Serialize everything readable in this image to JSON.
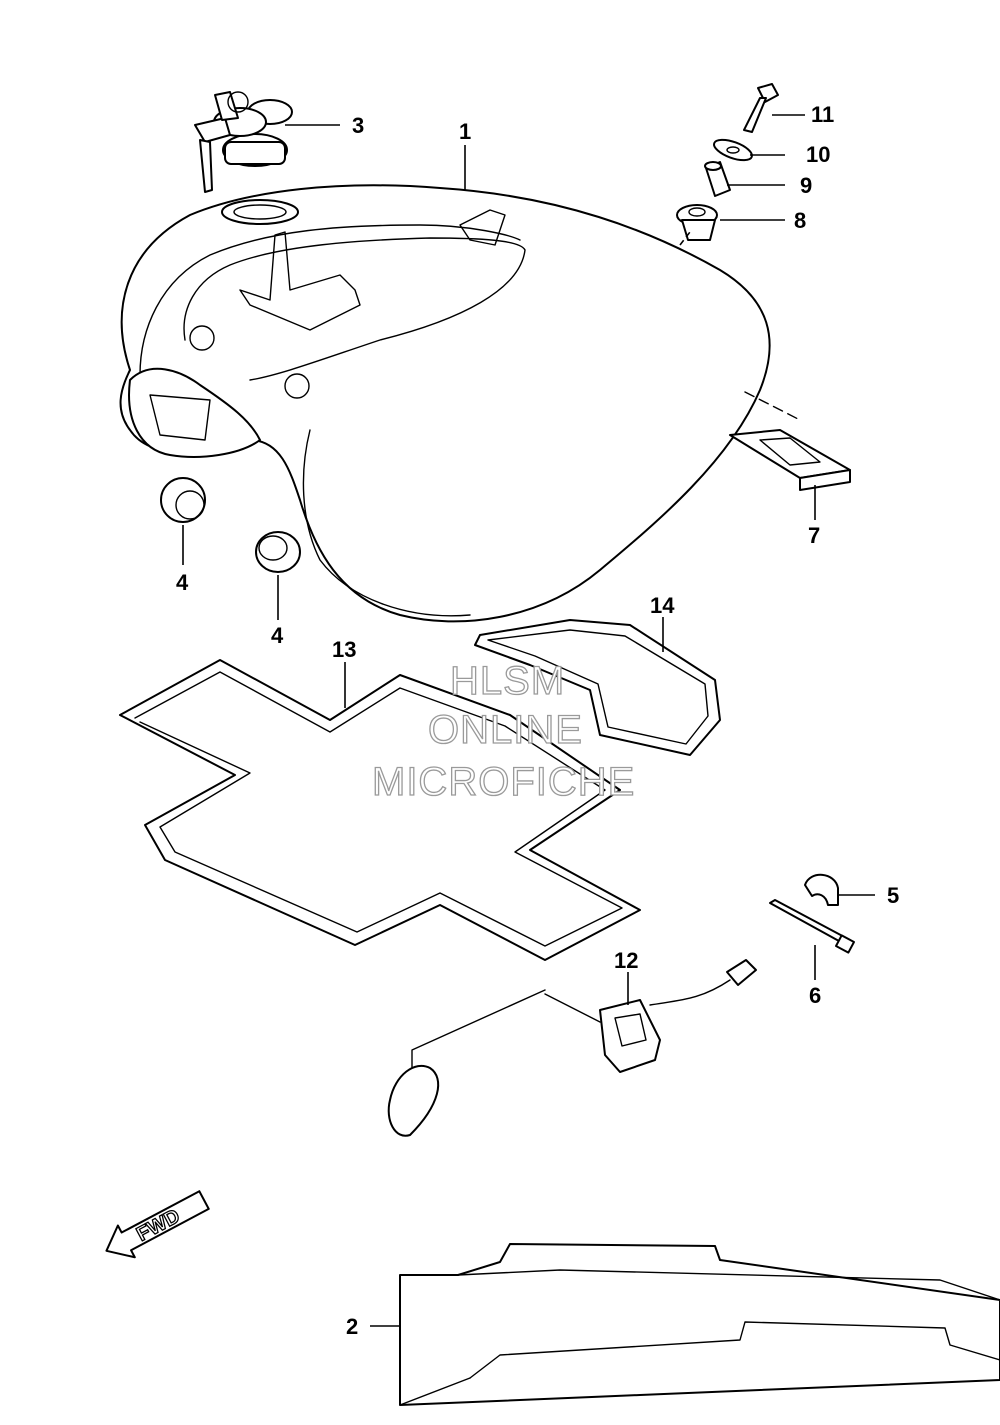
{
  "callouts": {
    "p1": "1",
    "p2": "2",
    "p3": "3",
    "p4a": "4",
    "p4b": "4",
    "p5": "5",
    "p6": "6",
    "p7": "7",
    "p8": "8",
    "p9": "9",
    "p10": "10",
    "p11": "11",
    "p12": "12",
    "p13": "13",
    "p14": "14"
  },
  "watermark": {
    "line1": "HLSM",
    "line2": "ONLINE",
    "line3": "MICROFICHE"
  },
  "direction_arrow": {
    "label": "FWD"
  }
}
